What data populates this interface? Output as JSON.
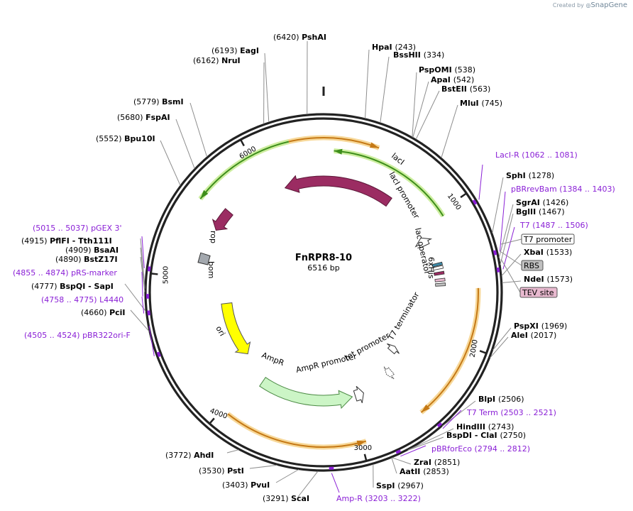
{
  "credit": {
    "prefix": "Created by",
    "brand": "SnapGene"
  },
  "plasmid": {
    "name": "FnRPR8-10",
    "length_label": "6516 bp",
    "length": 6516
  },
  "ticks": [
    {
      "pos": 1000,
      "label": "1000"
    },
    {
      "pos": 2000,
      "label": "2000"
    },
    {
      "pos": 3000,
      "label": "3000"
    },
    {
      "pos": 4000,
      "label": "4000"
    },
    {
      "pos": 5000,
      "label": "5000"
    },
    {
      "pos": 6000,
      "label": "6000"
    }
  ],
  "enzymes": [
    {
      "name": "PshAI",
      "pos_label": "(6420)",
      "pos": 6420
    },
    {
      "name": "EagI",
      "pos_label": "(6193)",
      "pos": 6193
    },
    {
      "name": "NruI",
      "pos_label": "(6162)",
      "pos": 6162
    },
    {
      "name": "BsmI",
      "pos_label": "(5779)",
      "pos": 5779
    },
    {
      "name": "FspAI",
      "pos_label": "(5680)",
      "pos": 5680
    },
    {
      "name": "Bpu10I",
      "pos_label": "(5552)",
      "pos": 5552
    },
    {
      "name": "HpaI",
      "pos_label": "(243)",
      "pos": 243
    },
    {
      "name": "BssHII",
      "pos_label": "(334)",
      "pos": 334
    },
    {
      "name": "PspOMI",
      "pos_label": "(538)",
      "pos": 538
    },
    {
      "name": "ApaI",
      "pos_label": "(542)",
      "pos": 542
    },
    {
      "name": "BstEII",
      "pos_label": "(563)",
      "pos": 563
    },
    {
      "name": "MluI",
      "pos_label": "(745)",
      "pos": 745
    },
    {
      "name": "SphI",
      "pos_label": "(1278)",
      "pos": 1278
    },
    {
      "name": "SgrAI",
      "pos_label": "(1426)",
      "pos": 1426
    },
    {
      "name": "BglII",
      "pos_label": "(1467)",
      "pos": 1467
    },
    {
      "name": "XbaI",
      "pos_label": "(1533)",
      "pos": 1533
    },
    {
      "name": "NdeI",
      "pos_label": "(1573)",
      "pos": 1573
    },
    {
      "name": "PspXI",
      "pos_label": "(1969)",
      "pos": 1969
    },
    {
      "name": "AleI",
      "pos_label": "(2017)",
      "pos": 2017
    },
    {
      "name": "BlpI",
      "pos_label": "(2506)",
      "pos": 2506
    },
    {
      "name": "HindIII",
      "pos_label": "(2743)",
      "pos": 2743
    },
    {
      "name": "BspDI - ClaI",
      "pos_label": "(2750)",
      "pos": 2750
    },
    {
      "name": "ZraI",
      "pos_label": "(2851)",
      "pos": 2851
    },
    {
      "name": "AatII",
      "pos_label": "(2853)",
      "pos": 2853
    },
    {
      "name": "SspI",
      "pos_label": "(2967)",
      "pos": 2967
    },
    {
      "name": "ScaI",
      "pos_label": "(3291)",
      "pos": 3291
    },
    {
      "name": "PvuI",
      "pos_label": "(3403)",
      "pos": 3403
    },
    {
      "name": "PstI",
      "pos_label": "(3530)",
      "pos": 3530
    },
    {
      "name": "AhdI",
      "pos_label": "(3772)",
      "pos": 3772
    },
    {
      "name": "PciI",
      "pos_label": "(4660)",
      "pos": 4660
    },
    {
      "name": "BspQI - SapI",
      "pos_label": "(4777)",
      "pos": 4777
    },
    {
      "name": "BstZ17I",
      "pos_label": "(4890)",
      "pos": 4890
    },
    {
      "name": "BsaAI",
      "pos_label": "(4909)",
      "pos": 4909
    },
    {
      "name": "PflFI - Tth111I",
      "pos_label": "(4915)",
      "pos": 4915
    }
  ],
  "primers": [
    {
      "name": "LacI-R",
      "range": "(1062 .. 1081)",
      "pos": 1071
    },
    {
      "name": "pBRrevBam",
      "range": "(1384 .. 1403)",
      "pos": 1393
    },
    {
      "name": "T7",
      "range": "(1487 .. 1506)",
      "pos": 1496
    },
    {
      "name": "T7 Term",
      "range": "(2503 .. 2521)",
      "pos": 2512
    },
    {
      "name": "pBRforEco",
      "range": "(2794 .. 2812)",
      "pos": 2803
    },
    {
      "name": "Amp-R",
      "range": "(3203 .. 3222)",
      "pos": 3212
    },
    {
      "name": "pBR322ori-F",
      "range": "(4505 .. 4524)",
      "pos": 4514
    },
    {
      "name": "L4440",
      "range": "(4758 .. 4775)",
      "pos": 4766
    },
    {
      "name": "pRS-marker",
      "range": "(4855 .. 4874)",
      "pos": 4864
    },
    {
      "name": "pGEX 3'",
      "range": "(5015 .. 5037)",
      "pos": 5026
    }
  ],
  "boxed_features": [
    {
      "name": "T7 promoter",
      "color": "#ffffff"
    },
    {
      "name": "RBS",
      "color": "#c0c0c0"
    },
    {
      "name": "TEV site",
      "color": "#e8b9cf"
    }
  ],
  "features": [
    {
      "name": "lacI",
      "color": "#9b2c62"
    },
    {
      "name": "lacI promoter",
      "color": "#ffffff"
    },
    {
      "name": "lac operator",
      "color": "#ffffff"
    },
    {
      "name": "6xHis",
      "color": "#9b2c62"
    },
    {
      "name": "T7 terminator",
      "color": "#ffffff"
    },
    {
      "name": "tet promoter",
      "color": "#ffffff"
    },
    {
      "name": "AmpR promoter",
      "color": "#ffffff"
    },
    {
      "name": "AmpR",
      "color": "#ccf5c6"
    },
    {
      "name": "ori",
      "color": "#ffff00"
    },
    {
      "name": "bom",
      "color": "#a3a8ae"
    },
    {
      "name": "rop",
      "color": "#9b2c62"
    }
  ],
  "colors": {
    "backbone": "#222222",
    "orf_green": "#3e8e1b",
    "orf_green_glow": "#cdeea0",
    "orf_orange": "#c57916",
    "orf_orange_glow": "#f7d899",
    "primer": "#8a1fd6"
  }
}
